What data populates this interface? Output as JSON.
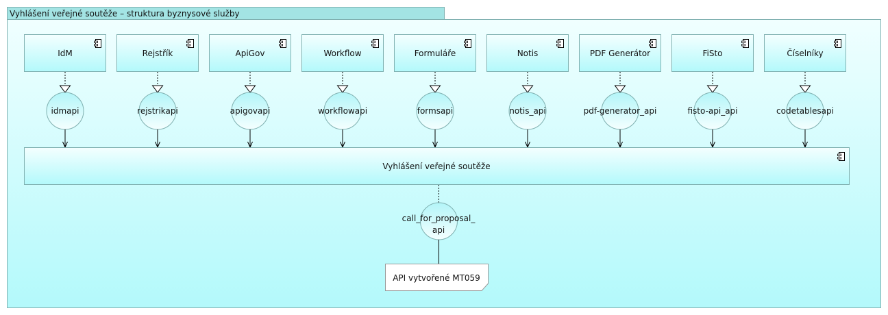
{
  "group": {
    "title": "Vyhlášení veřejné soutěže – struktura byznysové služby"
  },
  "components": [
    {
      "label": "IdM",
      "interface": "idmapi"
    },
    {
      "label": "Rejstřík",
      "interface": "rejstrikapi"
    },
    {
      "label": "ApiGov",
      "interface": "apigovapi"
    },
    {
      "label": "Workflow",
      "interface": "workflowapi"
    },
    {
      "label": "Formuláře",
      "interface": "formsapi"
    },
    {
      "label": "Notis",
      "interface": "notis_api"
    },
    {
      "label": "PDF Generátor",
      "interface": "pdf-generator_api"
    },
    {
      "label": "FiSto",
      "interface": "fisto-api_api"
    },
    {
      "label": "Číselníky",
      "interface": "codetablesapi"
    }
  ],
  "main_component": {
    "label": "Vyhlášení veřejné soutěže"
  },
  "provided_interface": {
    "label_line1": "call_for_proposal_",
    "label_line2": "api"
  },
  "note": {
    "text": "API vytvořené MT059"
  },
  "colors": {
    "group_fill_top": "#f0ffff",
    "group_fill_bottom": "#b3f9fb",
    "tab_fill": "#a3e4e4",
    "border": "#7fb0b0",
    "box_fill_top": "#f4ffff",
    "box_fill_bottom": "#b3f9fb",
    "line": "#000000"
  }
}
